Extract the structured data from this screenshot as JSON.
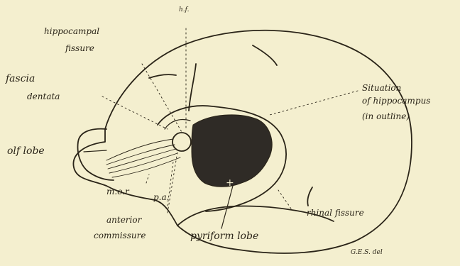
{
  "labels": {
    "hf": "h.f.",
    "hippocampal": "hippocampal",
    "fissure": "fissure",
    "fascia": "fascia",
    "dentata": "dentata",
    "situation": "Situation",
    "of_hippocampus": "of hippocampus",
    "in_outline": "(in outline)",
    "olf_lobe": "olf lobe",
    "mor": "m.o.r",
    "pa": "p.a.",
    "anterior": "anterior",
    "commissure": "commissure",
    "pyriform_lobe": "pyriform lobe",
    "rhinal_fissure": "rhinal fissure",
    "signature": "G.E.S. del"
  },
  "colors": {
    "ink": "#2a2418",
    "paper": "#f4efcf",
    "lobe_fill": "#2f2b26"
  }
}
